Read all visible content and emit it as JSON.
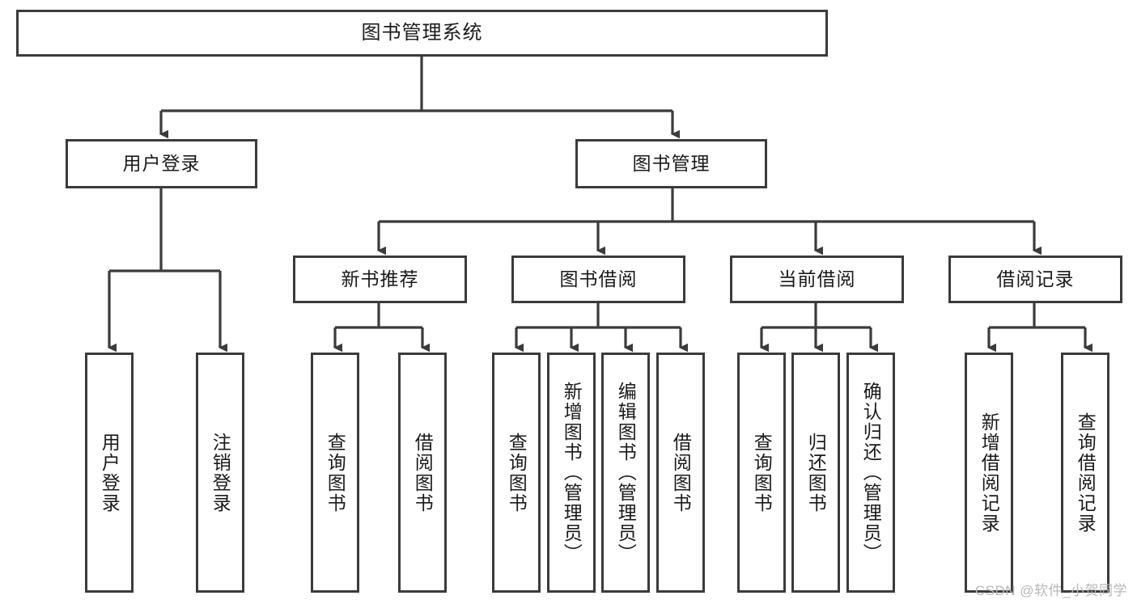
{
  "diagram": {
    "type": "hierarchy-tree",
    "title": "图书管理系统",
    "levels": {
      "root": {
        "label": "图书管理系统"
      },
      "level2": [
        {
          "label": "用户登录"
        },
        {
          "label": "图书管理"
        }
      ],
      "level3": [
        {
          "label": "新书推荐"
        },
        {
          "label": "图书借阅"
        },
        {
          "label": "当前借阅"
        },
        {
          "label": "借阅记录"
        }
      ],
      "leaves": {
        "user_login": [
          {
            "label": "用户登录"
          },
          {
            "label": "注销登录"
          }
        ],
        "new_book_recommend": [
          {
            "label": "查询图书"
          },
          {
            "label": "借阅图书"
          }
        ],
        "book_borrow": [
          {
            "label": "查询图书"
          },
          {
            "label": "新增图书（管理员）"
          },
          {
            "label": "编辑图书（管理员）"
          },
          {
            "label": "借阅图书"
          }
        ],
        "current_borrow": [
          {
            "label": "查询图书"
          },
          {
            "label": "归还图书"
          },
          {
            "label": "确认归还（管理员）"
          }
        ],
        "borrow_record": [
          {
            "label": "新增借阅记录"
          },
          {
            "label": "查询借阅记录"
          }
        ]
      }
    },
    "style": {
      "border_color": "#3b3b3b",
      "connector_color": "#3b3b3b",
      "background": "#ffffff",
      "text_color": "#1a1a1a"
    }
  },
  "watermark": {
    "text": "CSDN @软件_小贺同学",
    "color": "#b8b8b8"
  }
}
